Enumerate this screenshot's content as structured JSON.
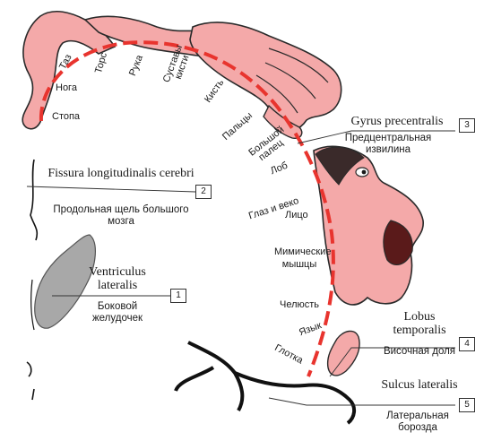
{
  "diagram": {
    "colors": {
      "body": "#f4a9a9",
      "outline": "#2a2a2a",
      "strip": "#e8342e",
      "ventricle": "#a8a8a8",
      "line": "#333333"
    },
    "body_parts": [
      "Таз",
      "Нога",
      "Стопа",
      "Торс",
      "Рука",
      "Суставы кисти",
      "Кисть",
      "Пальцы",
      "Большой палец",
      "Лоб",
      "Глаз и веко",
      "Лицо",
      "Мимические мышцы",
      "Челюсть",
      "Язык",
      "Глотка"
    ],
    "callouts": [
      {
        "number": "1",
        "latin": "Ventriculus lateralis",
        "russian": "Боковой желудочек"
      },
      {
        "number": "2",
        "latin": "Fissura longitudinalis cerebri",
        "russian": "Продольная щель большого мозга"
      },
      {
        "number": "3",
        "latin": "Gyrus precentralis",
        "russian": "Предцентральная извилина"
      },
      {
        "number": "4",
        "latin": "Lobus temporalis",
        "russian": "Височная доля"
      },
      {
        "number": "5",
        "latin": "Sulcus lateralis",
        "russian": "Латеральная борозда"
      }
    ]
  }
}
